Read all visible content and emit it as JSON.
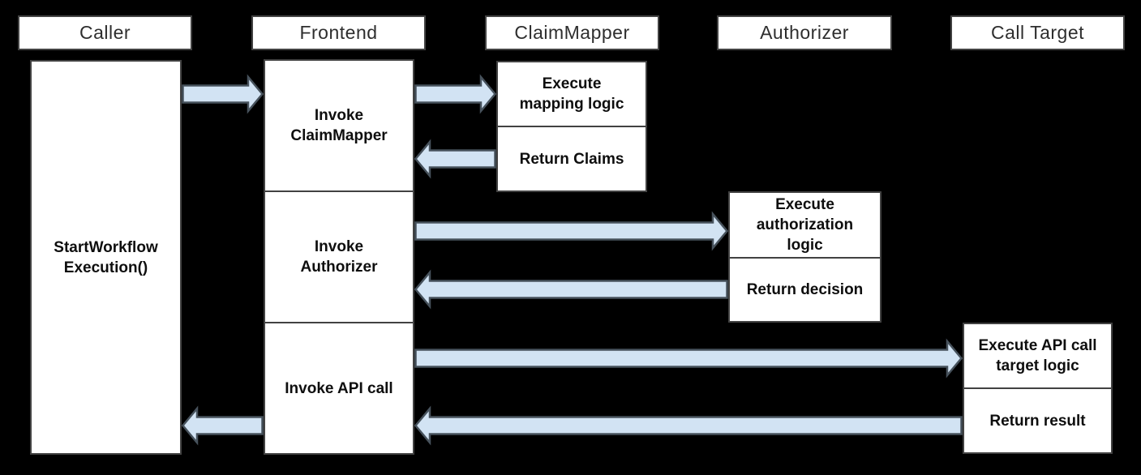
{
  "colors": {
    "background": "#000000",
    "box_fill": "#ffffff",
    "box_border": "#424242",
    "arrow_fill": "#d2e3f3",
    "arrow_border": "#47525c",
    "header_text": "#2e2e2e",
    "body_text": "#0e0e0e"
  },
  "lanes": [
    {
      "id": "caller",
      "label": "Caller"
    },
    {
      "id": "frontend",
      "label": "Frontend"
    },
    {
      "id": "claimmapper",
      "label": "ClaimMapper"
    },
    {
      "id": "authorizer",
      "label": "Authorizer"
    },
    {
      "id": "call_target",
      "label": "Call Target"
    }
  ],
  "caller": {
    "activation_label": "StartWorkflow\nExecution()"
  },
  "frontend": {
    "steps": [
      {
        "label": "Invoke\nClaimMapper"
      },
      {
        "label": "Invoke\nAuthorizer"
      },
      {
        "label": "Invoke API call"
      }
    ]
  },
  "claimmapper": {
    "steps": [
      {
        "label": "Execute\nmapping logic"
      },
      {
        "label": "Return Claims"
      }
    ]
  },
  "authorizer": {
    "steps": [
      {
        "label": "Execute\nauthorization\nlogic"
      },
      {
        "label": "Return decision"
      }
    ]
  },
  "call_target": {
    "steps": [
      {
        "label": "Execute API call\ntarget logic"
      },
      {
        "label": "Return result"
      }
    ]
  },
  "arrows": [
    {
      "name": "caller-to-frontend",
      "from": "Caller",
      "to": "Frontend",
      "direction": "right"
    },
    {
      "name": "frontend-to-claimmapper",
      "from": "Frontend",
      "to": "ClaimMapper",
      "direction": "right"
    },
    {
      "name": "claimmapper-to-frontend",
      "from": "ClaimMapper",
      "to": "Frontend",
      "direction": "left"
    },
    {
      "name": "frontend-to-authorizer",
      "from": "Frontend",
      "to": "Authorizer",
      "direction": "right"
    },
    {
      "name": "authorizer-to-frontend",
      "from": "Authorizer",
      "to": "Frontend",
      "direction": "left"
    },
    {
      "name": "frontend-to-call-target",
      "from": "Frontend",
      "to": "Call Target",
      "direction": "right"
    },
    {
      "name": "call-target-to-frontend",
      "from": "Call Target",
      "to": "Frontend",
      "direction": "left"
    },
    {
      "name": "frontend-to-caller",
      "from": "Frontend",
      "to": "Caller",
      "direction": "left"
    }
  ]
}
